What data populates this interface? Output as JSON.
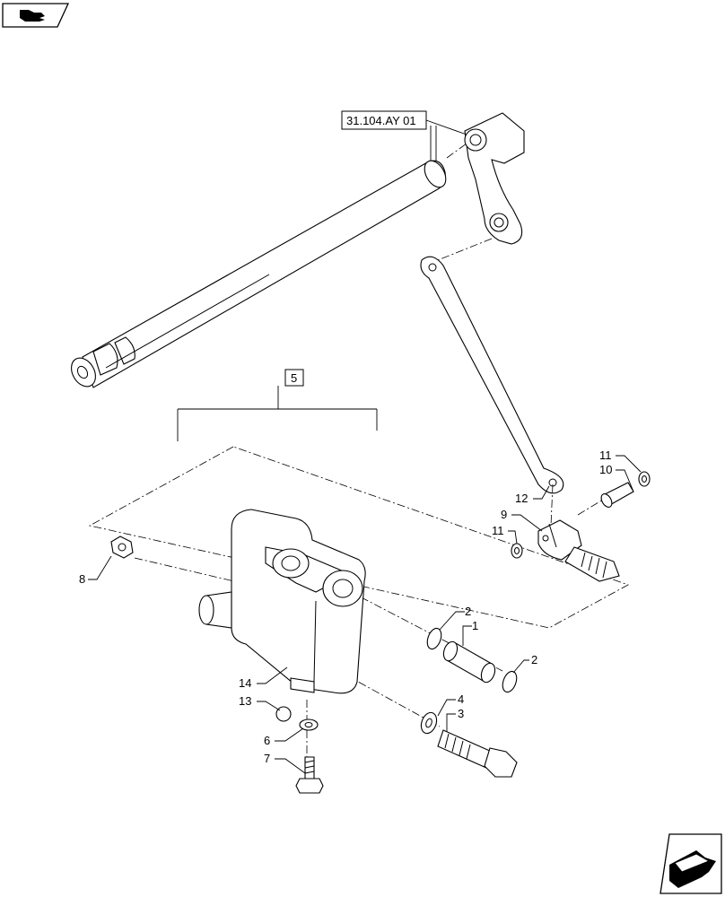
{
  "diagram": {
    "reference_box": "31.104.AY 01",
    "assembly_box": "5",
    "callouts": {
      "c1": "1",
      "c2a": "2",
      "c2b": "2",
      "c3": "3",
      "c4": "4",
      "c6": "6",
      "c7": "7",
      "c8": "8",
      "c9": "9",
      "c10": "10",
      "c11a": "11",
      "c11b": "11",
      "c12": "12",
      "c13": "13",
      "c14": "14"
    }
  },
  "nav": {
    "top_icon": "book-hand-icon",
    "bottom_icon": "next-page-arrow-icon"
  }
}
